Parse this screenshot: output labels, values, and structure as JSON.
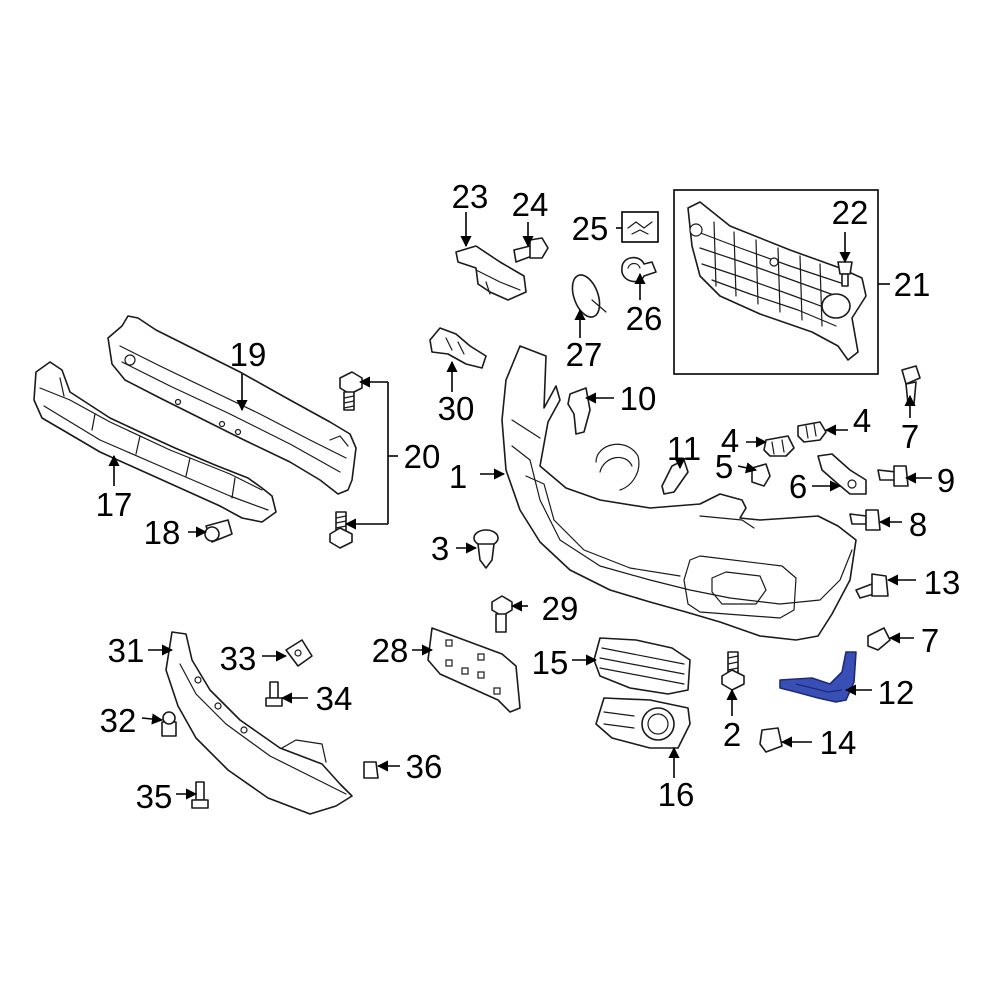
{
  "labels": {
    "n1": "1",
    "n2": "2",
    "n3": "3",
    "n4a": "4",
    "n4b": "4",
    "n5": "5",
    "n6": "6",
    "n7a": "7",
    "n7b": "7",
    "n8": "8",
    "n9": "9",
    "n10": "10",
    "n11": "11",
    "n12": "12",
    "n13": "13",
    "n14": "14",
    "n15": "15",
    "n16": "16",
    "n17": "17",
    "n18": "18",
    "n19": "19",
    "n20": "20",
    "n21": "21",
    "n22": "22",
    "n23": "23",
    "n24": "24",
    "n25": "25",
    "n26": "26",
    "n27": "27",
    "n28": "28",
    "n29": "29",
    "n30": "30",
    "n31": "31",
    "n32": "32",
    "n33": "33",
    "n34": "34",
    "n35": "35",
    "n36": "36"
  },
  "colors": {
    "line": "#1a1a1a",
    "highlight_fill": "#3a4fb5",
    "highlight_stroke": "#1c2a78",
    "background": "#ffffff"
  }
}
